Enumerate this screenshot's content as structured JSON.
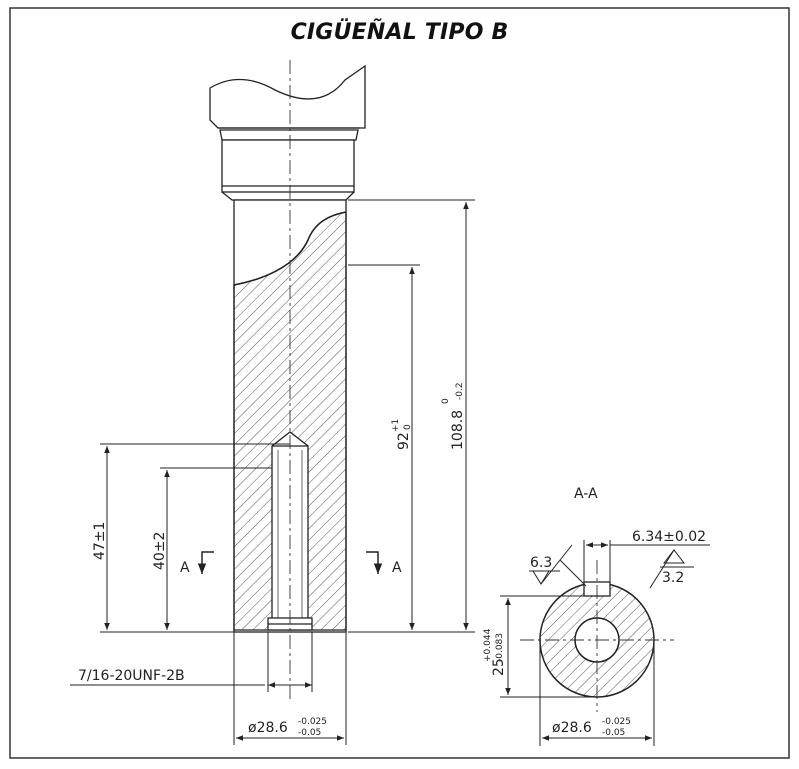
{
  "title": "CIGÜEÑAL TIPO B",
  "dimensions": {
    "total_length_base": "108.8",
    "total_length_upper_tol": "0",
    "total_length_lower_tol": "-0.2",
    "bore_depth_base": "92",
    "bore_depth_upper_tol": "+1",
    "bore_depth_lower_tol": "0",
    "hole_depth": "47±1",
    "thread_depth": "40±2",
    "thread_spec": "7/16-20UNF-2B",
    "shaft_diameter_base": "ø28.6",
    "shaft_diameter_upper_tol": "-0.025",
    "shaft_diameter_lower_tol": "-0.05",
    "key_width": "6.34±0.02",
    "key_depth_base": "25",
    "key_depth_upper_tol": "+0.044",
    "key_depth_lower_tol": "-0.083"
  },
  "section": {
    "label": "A-A",
    "marker_left": "A",
    "marker_right": "A"
  },
  "roughness": {
    "left": "6.3",
    "right": "3.2"
  }
}
